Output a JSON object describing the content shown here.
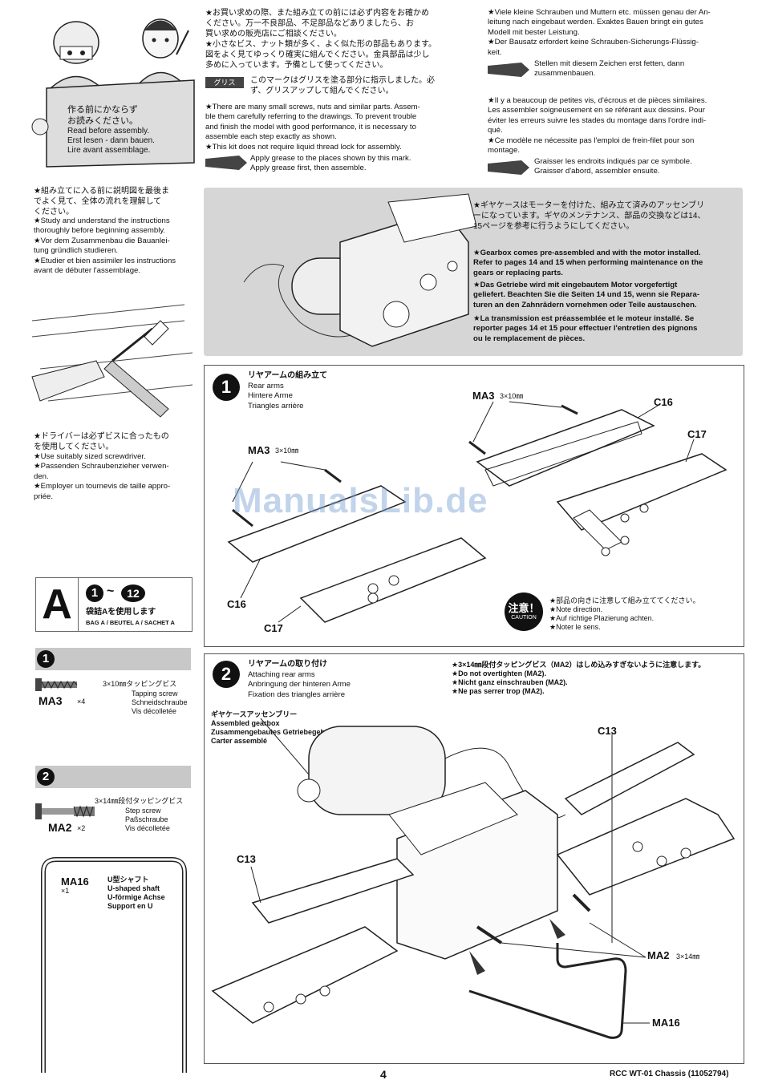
{
  "intro": {
    "read_box_jp": "作る前にかならず\nお読みください。",
    "read_box_langs": "Read before assembly.\nErst lesen - dann bauen.\nLire avant assemblage.",
    "jp_notes": "★お買い求めの際、また組み立ての前には必ず内容をお確かめ\nください。万一不良部品、不足部品などありましたら、お\n買い求めの販売店にご相談ください。\n★小さなビス、ナット類が多く、よく似た形の部品もあります。\n図をよく見てゆっくり確実に組んでください。金具部品は少し\n多めに入っています。予備として使ってください。",
    "grease_tag": "グリス",
    "grease_jp": "このマークはグリスを塗る部分に指示しました。必\nず、グリスアップして組んでください。",
    "en_notes": "★There are many small screws, nuts and similar parts. Assem-\nble them carefully referring to the drawings. To prevent trouble\nand finish the model with good performance, it is necessary to\nassemble each step exactly as shown.\n★This kit does not require liquid thread lock for assembly.",
    "en_grease": "Apply grease to the places shown by this mark.\nApply grease first, then assemble.",
    "de_notes": "★Viele kleine Schrauben und Muttern etc. müssen genau der An-\nleitung nach eingebaut werden. Exaktes Bauen bringt ein gutes\nModell mit bester Leistung.\n★Der Bausatz erfordert keine Schrauben-Sicherungs-Flüssig-\nkeit.",
    "de_grease": "Stellen mit diesem Zeichen erst fetten, dann\nzusammenbauen.",
    "fr_notes": "★Il y a beaucoup de petites vis, d'écrous et de pièces similaires.\nLes assembler soigneusement en se référant aux dessins. Pour\néviter les erreurs suivre les stades du montage dans l'ordre indi-\nqué.\n★Ce modèle ne nécessite pas l'emploi de frein-filet pour son\nmontage.",
    "fr_grease": "Graisser les endroits indiqués par ce symbole.\nGraisser d'abord, assembler ensuite."
  },
  "study": {
    "jp": "★組み立てに入る前に説明図を最後ま\nでよく見て、全体の流れを理解して\nください。",
    "langs": "★Study and understand the instructions\nthoroughly before beginning assembly.\n★Vor dem Zusammenbau die Bauanlei-\ntung gründlich studieren.\n★Etudier et bien assimiler les instructions\navant de débuter l'assemblage."
  },
  "screwdriver": {
    "jp": "★ドライバーは必ずビスに合ったもの\nを使用してください。",
    "langs": "★Use suitably sized screwdriver.\n★Passenden Schraubenzieher verwen-\nden.\n★Employer un tournevis de taille appro-\npriée."
  },
  "gearbox_note": {
    "jp": "★ギヤケースはモーターを付けた、組み立て済みのアッセンブリ\nーになっています。ギヤのメンテナンス、部品の交換などは14、\n15ページを参考に行うようにしてください。",
    "en": "★Gearbox comes pre-assembled and with the motor installed.\nRefer to pages 14 and 15 when performing maintenance on the\ngears or replacing parts.",
    "de": "★Das Getriebe wird mit eingebautem Motor vorgefertigt\ngeliefert. Beachten Sie die Seiten 14 und 15, wenn sie Repara-\nturen an den Zahnrädern vornehmen oder Teile austauschen.",
    "fr": "★La transmission est préassemblée et le moteur installé. Se\nreporter pages 14 et 15 pour effectuer l'entretien des pignons\nou le remplacement de pièces."
  },
  "bag": {
    "letter": "A",
    "range_from": "1",
    "range_tilde": "~",
    "range_to": "12",
    "jp": "袋詰Aを使用します",
    "langs": "BAG A / BEUTEL A / SACHET A"
  },
  "parts": [
    {
      "step": "1",
      "code": "MA3",
      "qty": "×4",
      "size_jp": "3×10㎜タッピングビス",
      "names": "Tapping screw\nSchneidschraube\nVis décolletée"
    },
    {
      "step": "2",
      "code": "MA2",
      "qty": "×2",
      "size_jp": "3×14㎜段付タッピングビス",
      "names": "Step screw\nPaßschraube\nVis décolletée"
    }
  ],
  "ushaft": {
    "code": "MA16",
    "qty": "×1",
    "names": "U型シャフト\nU-shaped shaft\nU-förmige Achse\nSupport en U"
  },
  "step1": {
    "num": "1",
    "title_jp": "リヤアームの組み立て",
    "title_langs": "Rear arms\nHintere Arme\nTriangles arrière",
    "ma3_a": "MA3",
    "ma3_a_size": "3×10㎜",
    "ma3_b": "MA3",
    "ma3_b_size": "3×10㎜",
    "c16_a": "C16",
    "c17_a": "C17",
    "c16_b": "C16",
    "c17_b": "C17",
    "caution_jp": "注意！",
    "caution_en": "CAUTION",
    "caution_text": "★部品の向きに注意して組み立ててください。\n★Note direction.\n★Auf richtige Plazierung achten.\n★Noter le sens."
  },
  "step2": {
    "num": "2",
    "title_jp": "リヤアームの取り付け",
    "title_langs": "Attaching rear arms\nAnbringung der hinteren Arme\nFixation des triangles arrière",
    "note": "★3×14㎜段付タッピングビス（MA2）はしめ込みすぎないように注意します。\n★Do not overtighten (MA2).\n★Nicht ganz einschrauben (MA2).\n★Ne pas serrer trop (MA2).",
    "gearbox_label": "ギヤケースアッセンブリー\nAssembled gearbox\nZusammengebautes Getriebegehäuse\nCarter assemblé",
    "c13_a": "C13",
    "c13_b": "C13",
    "ma2": "MA2",
    "ma2_size": "3×14㎜",
    "ma16": "MA16"
  },
  "watermark": "ManualsLib.de",
  "footer": {
    "page": "4",
    "doc": "RCC WT-01 Chassis (11052794)"
  }
}
